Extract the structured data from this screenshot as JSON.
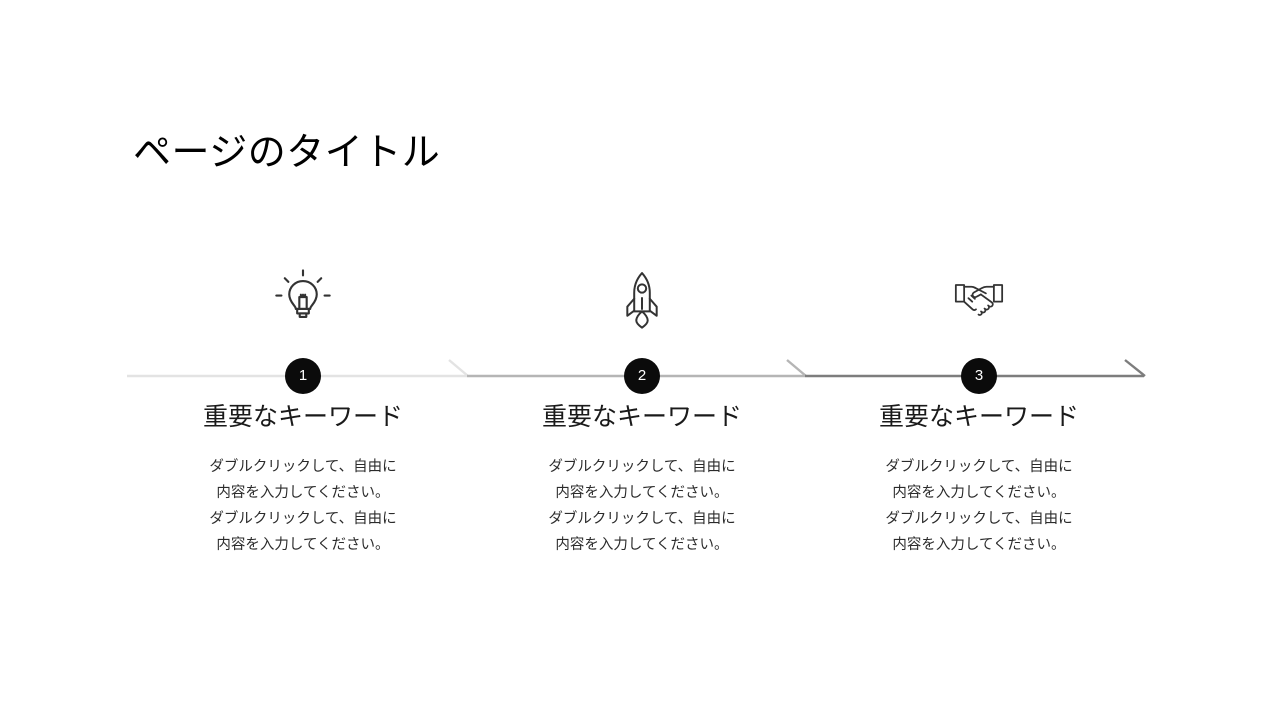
{
  "slide": {
    "background_color": "#ffffff",
    "title": "ページのタイトル"
  },
  "timeline": {
    "axis_label": "progress-arrow",
    "segment_colors": [
      "#e3e3e3",
      "#b5b5b5",
      "#7d7d7d"
    ],
    "marker_color": "#0b0b0b",
    "marker_text_color": "#ffffff",
    "steps": [
      {
        "number": "1",
        "icon": "lightbulb-icon",
        "heading": "重要なキーワード",
        "body": "ダブルクリックして、自由に\n内容を入力してください。\nダブルクリックして、自由に\n内容を入力してください。"
      },
      {
        "number": "2",
        "icon": "rocket-icon",
        "heading": "重要なキーワード",
        "body": "ダブルクリックして、自由に\n内容を入力してください。\nダブルクリックして、自由に\n内容を入力してください。"
      },
      {
        "number": "3",
        "icon": "handshake-icon",
        "heading": "重要なキーワード",
        "body": "ダブルクリックして、自由に\n内容を入力してください。\nダブルクリックして、自由に\n内容を入力してください。"
      }
    ]
  }
}
